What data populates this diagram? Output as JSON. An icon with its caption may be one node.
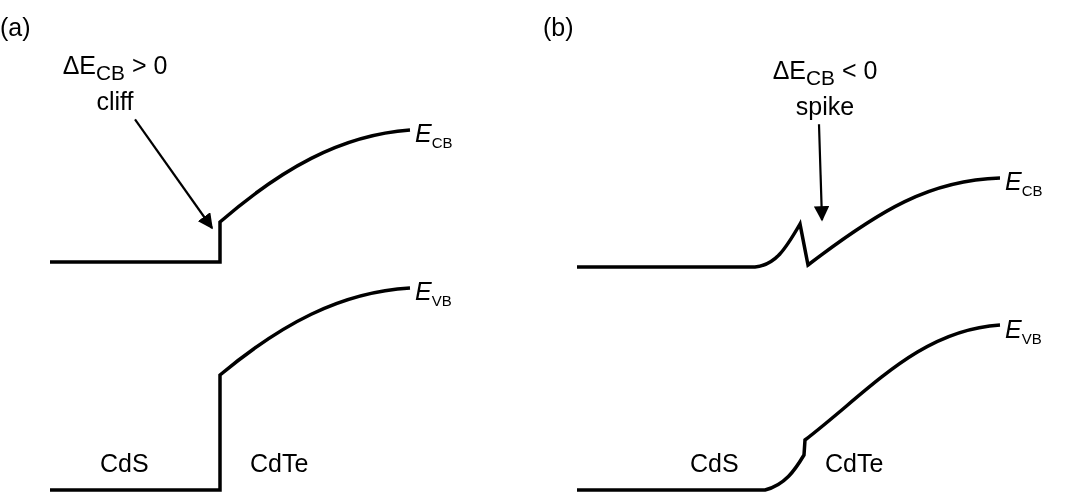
{
  "diagram": {
    "nodes": [
      {
        "text": [
          "ΔE$_{CB}$ > 0",
          "cliff"
        ]
      },
      {
        "text": [
          "ΔE$_{CB}$ < 0",
          "spike"
        ]
      }
    ],
    "edges": [
      {
        "from": 0,
        "to": null,
        "arrow": "to"
      },
      {
        "from": 1,
        "to": null,
        "arrow": "to"
      }
    ],
    "labels": [
      "(a)",
      "(b)",
      "*E*$_{CB}$",
      "*E*$_{CB}$",
      "*E*$_{VB}$",
      "*E*$_{VB}$",
      "CdS",
      "CdTe",
      "CdS",
      "CdTe"
    ]
  }
}
